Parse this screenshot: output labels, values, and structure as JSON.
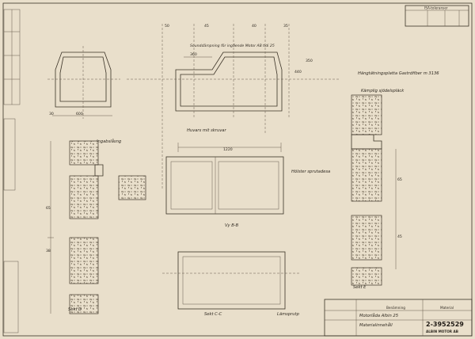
{
  "titleblock": {
    "standard": "ISA-toleranser",
    "drawing_no": "2-3952529",
    "company": "ALBIN MOTOR AB",
    "title_line1": "Motorlåda Albin 25",
    "title_line2": "Materialinnehåll",
    "material_label": "Material",
    "name_label": "Benämning"
  },
  "dims": {
    "top_50": "50",
    "top_45": "45",
    "top_40": "40",
    "top_35": "35",
    "d_360": "360",
    "d_600": "600",
    "d_30": "30",
    "d_1220": "1220",
    "d_440": "440",
    "d_350": "350",
    "d_65": "65",
    "d_45": "45",
    "d_38": "38"
  },
  "labels": {
    "section_d": "Sekt D",
    "section_e": "Sekt E",
    "section_cc": "Sekt C-C",
    "view_bb": "Vy B-B",
    "sound_insulation": "Sounddämpning för ingående Motor AB tidi 25",
    "seal_strip": "Hängtätningsplatta Gastrdfiber m 3136",
    "crossbar": "Kämplig sjödelspläck",
    "foam_note": "Hölster sprutadesa",
    "screws_note": "Huvars mit skruvar",
    "bottom_note": "Lämsprutp",
    "mounting": "Ingabslåsng"
  }
}
